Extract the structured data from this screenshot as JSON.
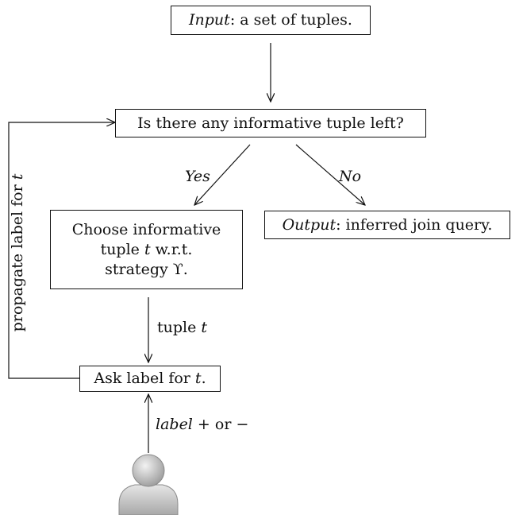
{
  "nodes": {
    "input": {
      "italic": "Input",
      "rest": ": a set of tuples."
    },
    "question": {
      "text": "Is there any informative tuple left?"
    },
    "choose": {
      "line1": "Choose informative",
      "line2_a": "tuple ",
      "line2_var": "t",
      "line2_b": " w.r.t.",
      "line3": "strategy ϒ."
    },
    "output": {
      "italic": "Output",
      "rest": ": inferred join query."
    },
    "ask": {
      "text": "Ask label for ",
      "var": "t",
      "end": "."
    }
  },
  "edges": {
    "yes": "Yes",
    "no": "No",
    "tuple": {
      "text": "tuple ",
      "var": "t"
    },
    "label": {
      "italic": "label",
      "rest": " + or −"
    },
    "propagate": {
      "text": "propagate label for ",
      "var": "t"
    }
  },
  "icons": {
    "user": "user-icon"
  }
}
